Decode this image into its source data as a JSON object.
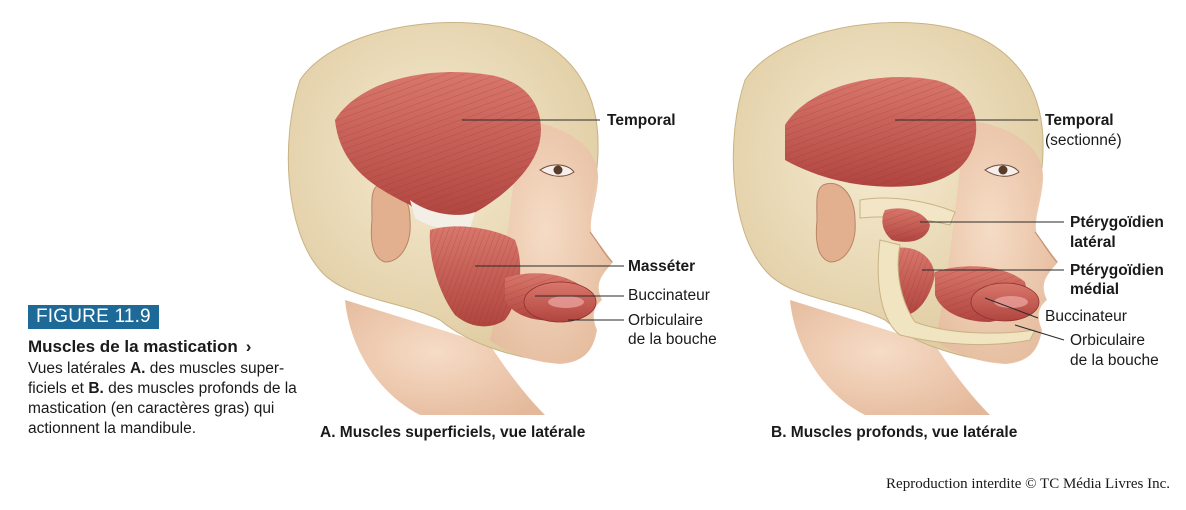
{
  "figure": {
    "badge": "FIGURE 11.9",
    "title": "Muscles de la mastication",
    "title_arrow": "›",
    "description_parts": [
      {
        "text": "Vues latérales ",
        "bold": false
      },
      {
        "text": "A.",
        "bold": true
      },
      {
        "text": " des muscles super-ficiels et ",
        "bold": false
      },
      {
        "text": "B.",
        "bold": true
      },
      {
        "text": " des muscles profonds de la mastication (en caractères gras) qui actionnent la mandibule.",
        "bold": false
      }
    ],
    "badge_color": "#1d6a99"
  },
  "panel_a": {
    "caption": "A. Muscles superficiels, vue latérale",
    "labels": {
      "temporal": "Temporal",
      "masseter": "Masséter",
      "buccinateur": "Buccinateur",
      "orbiculaire_1": "Orbiculaire",
      "orbiculaire_2": "de la bouche"
    }
  },
  "panel_b": {
    "caption": "B. Muscles profonds, vue latérale",
    "labels": {
      "temporal": "Temporal",
      "temporal_note": "(sectionné)",
      "pterygo_lat_1": "Ptérygoïdien",
      "pterygo_lat_2": "latéral",
      "pterygo_med_1": "Ptérygoïdien",
      "pterygo_med_2": "médial",
      "buccinateur": "Buccinateur",
      "orbiculaire_1": "Orbiculaire",
      "orbiculaire_2": "de la bouche"
    }
  },
  "copyright": "Reproduction interdite © TC Média Livres Inc.",
  "colors": {
    "skin": "#f3d3b8",
    "skull": "#efe0b4",
    "muscle": "#c85c55",
    "muscle_dark": "#9f3b37"
  }
}
